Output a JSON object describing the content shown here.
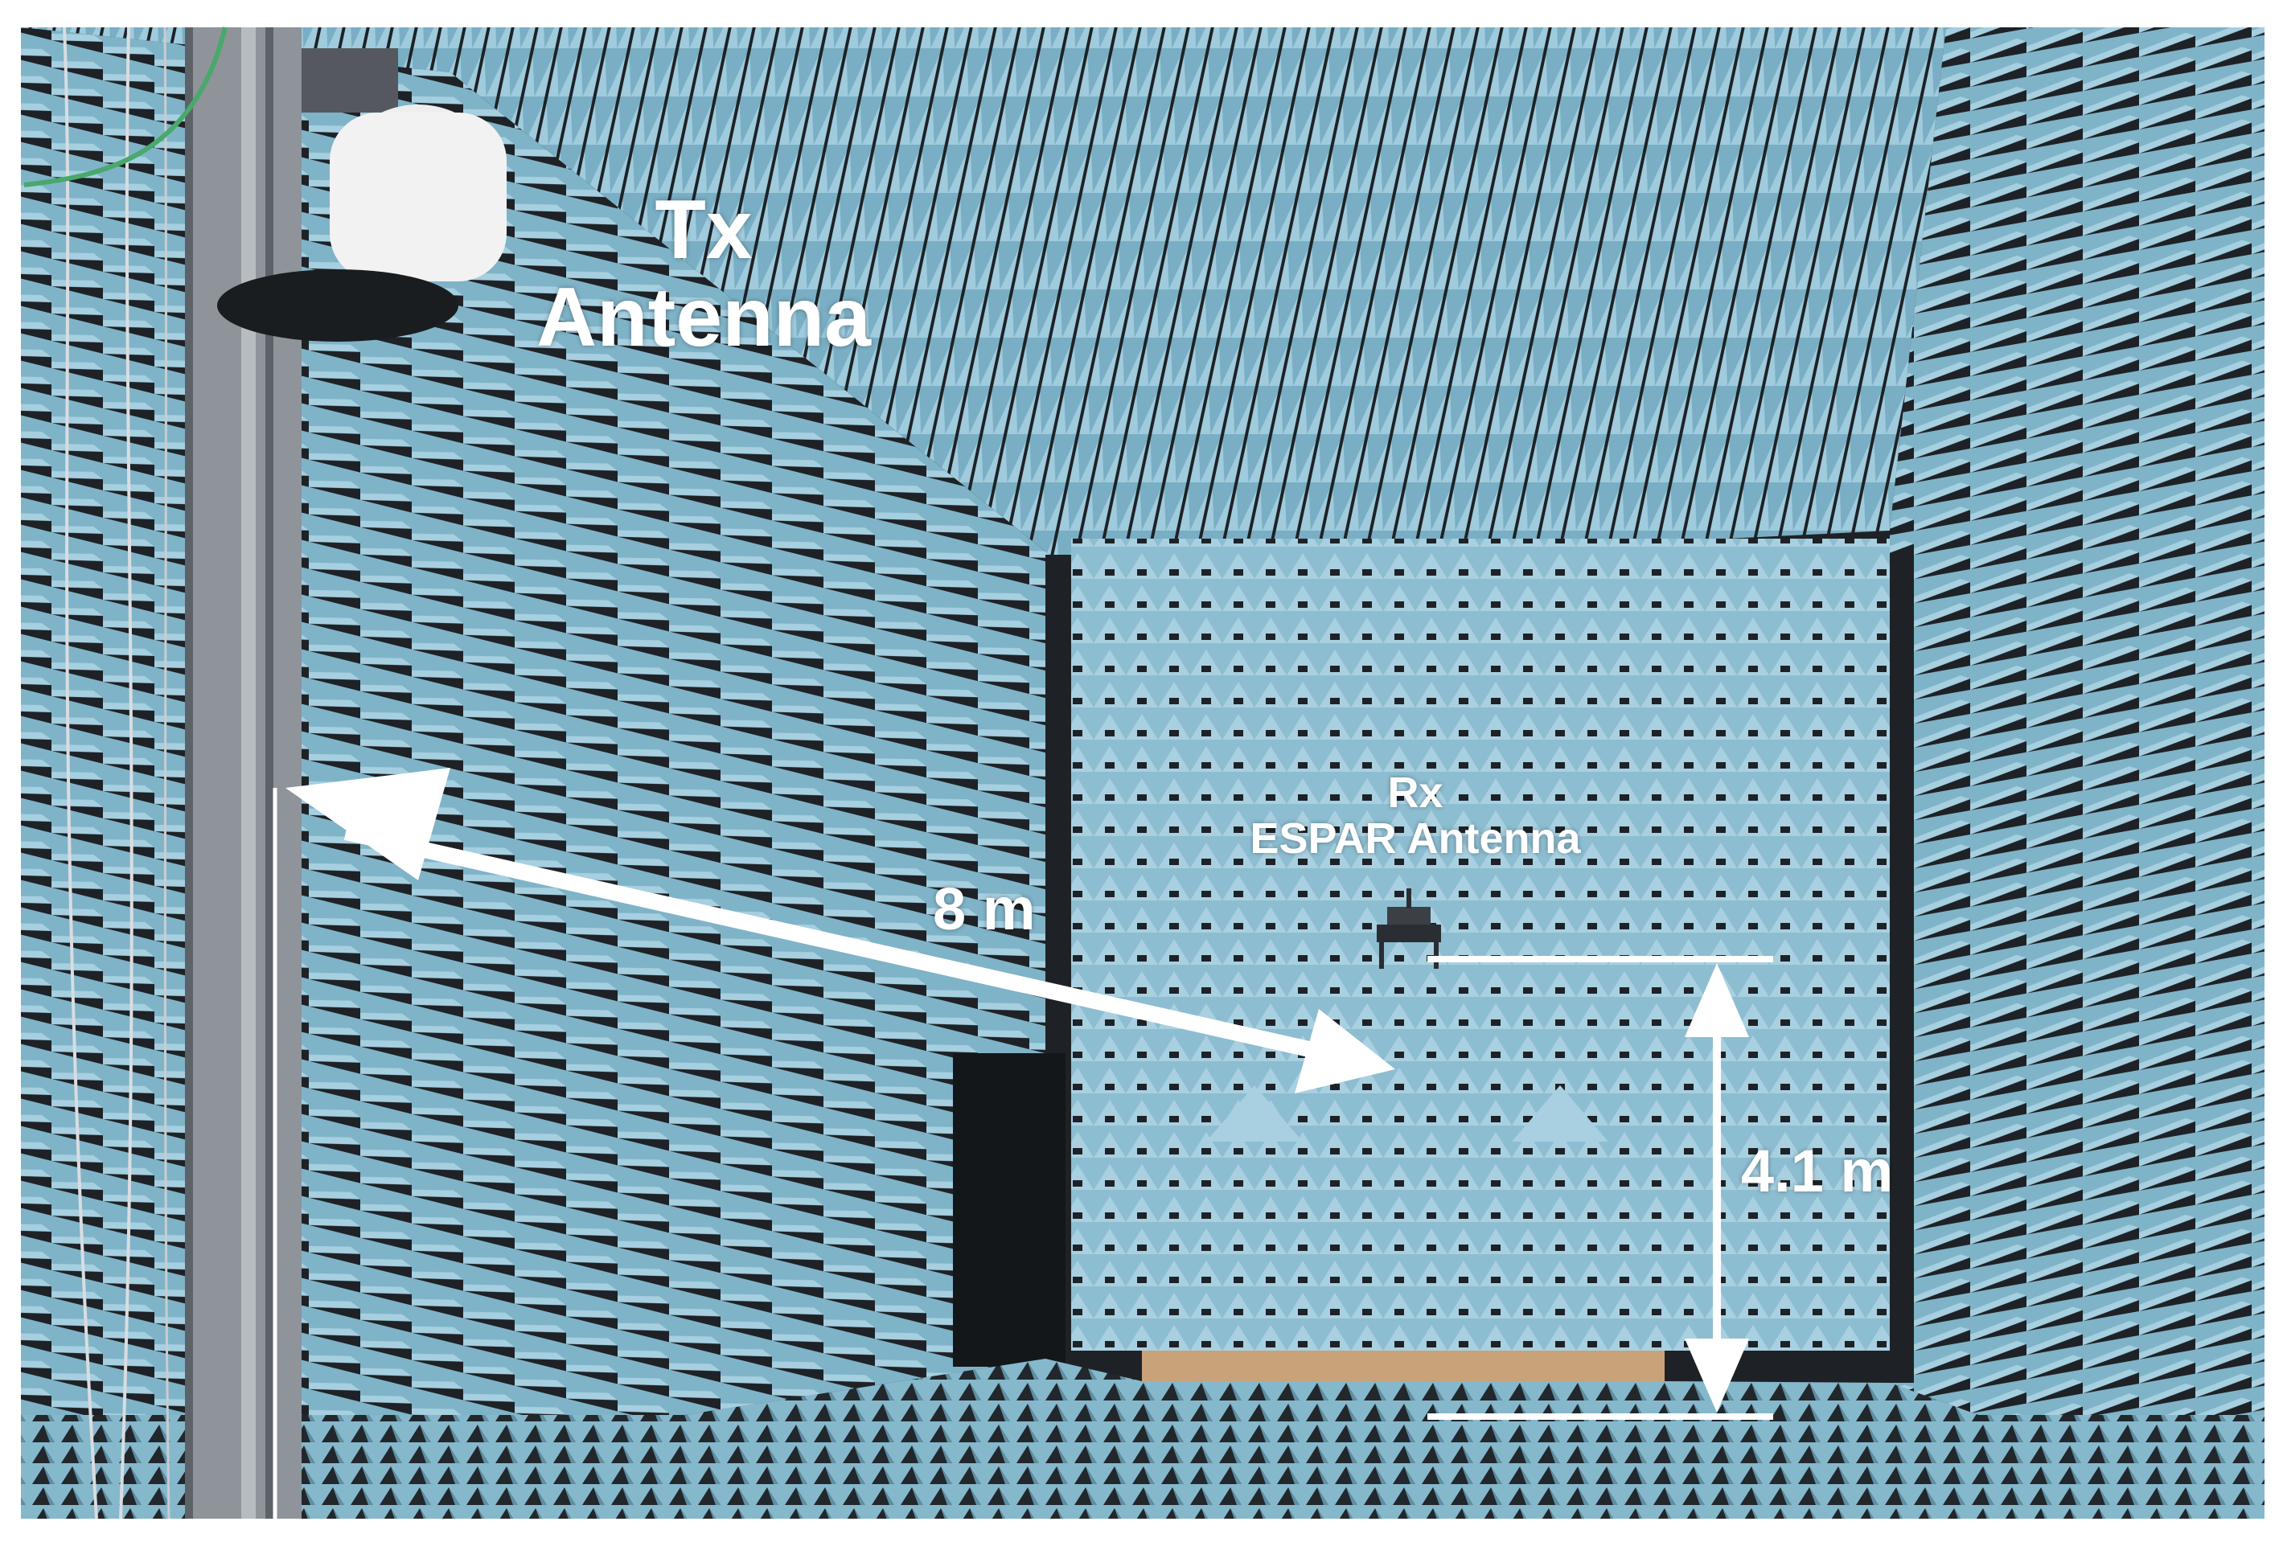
{
  "labels": {
    "tx_line1": "Tx",
    "tx_line2": "Antenna",
    "rx_line1": "Rx",
    "rx_line2": "ESPAR Antenna",
    "distance": "8 m",
    "height": "4.1 m"
  },
  "colors": {
    "absorber": "#7fb3c8",
    "absorber_shadow": "#1e2226",
    "annotation": "#ffffff",
    "mast": "#9aa0a6",
    "wood_platform": "#c9a27a"
  }
}
